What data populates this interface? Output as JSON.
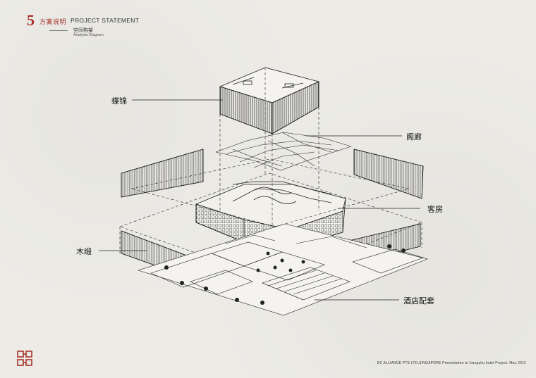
{
  "header": {
    "section_number": "5",
    "section_title_cn": "方案说明",
    "section_title_en": "PROJECT STATEMENT",
    "subtitle_cn": "空间构架",
    "subtitle_en": "Analysis Diagram"
  },
  "labels": {
    "butterfly": "蝶锦",
    "gallery": "阁廊",
    "guest_rooms": "客房",
    "wood_screen": "木缎",
    "hotel_facilities": "酒店配套"
  },
  "footer": {
    "text": "DC ALLIANCE PTE LTD,SINGAPORE Presentation to Liangzhu hotel Project. May 2012"
  },
  "colors": {
    "accent": "#a8312b",
    "background": "#ecebe6",
    "line": "#222222"
  }
}
